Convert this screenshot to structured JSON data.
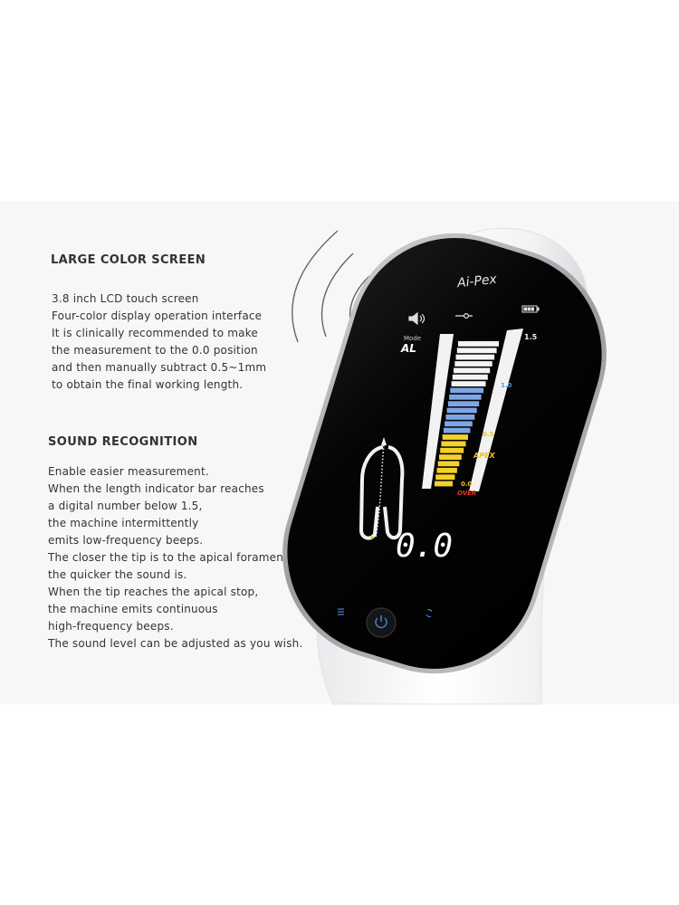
{
  "sections": [
    {
      "heading": "LARGE COLOR SCREEN",
      "lines": [
        "3.8 inch LCD touch screen",
        "Four-color display operation interface",
        "It is clinically recommended to make",
        "the measurement to the 0.0 position",
        "and then manually subtract 0.5~1mm",
        "to obtain the final working length."
      ]
    },
    {
      "heading": "SOUND RECOGNITION",
      "lines": [
        "Enable easier measurement.",
        "When the length indicator bar reaches",
        "a digital number below 1.5,",
        "the machine intermittently",
        "emits low-frequency beeps.",
        "The closer the tip is to the apical foramen,",
        "the quicker the sound is.",
        "When the tip reaches the apical stop,",
        "the machine emits continuous",
        "high-frequency beeps.",
        "The sound level can be adjusted as you wish."
      ]
    }
  ],
  "device": {
    "brand": "Ai-Pex",
    "mode_label": "Mode",
    "mode_value": "AL",
    "reading": "0.0",
    "scale_labels": {
      "top": "1.5",
      "blue": "1.0",
      "yellow": "0.5",
      "apex": "APEX",
      "zero": "0.0",
      "over": "OVER"
    },
    "icons": [
      "speaker-icon",
      "file-connector-icon",
      "battery-icon",
      "menu-icon",
      "power-icon",
      "refresh-icon"
    ]
  },
  "colors": {
    "text": "#333333",
    "screen": "#050505",
    "bar_white": "#f4f4f4",
    "bar_blue": "#7ea6e6",
    "bar_yellow": "#f4d12a",
    "label_blue": "#5a8fe0",
    "label_yellow": "#f2c21a",
    "label_red": "#e8372a",
    "button_blue": "#4a7fd6"
  }
}
